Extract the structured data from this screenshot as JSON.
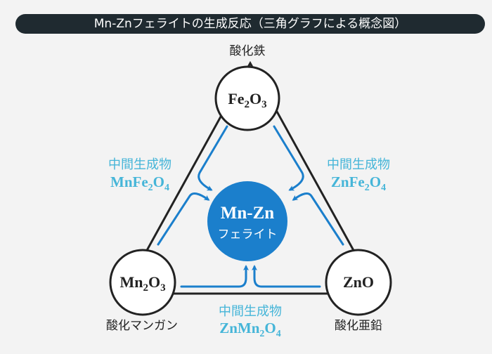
{
  "title": "Mn-Znフェライトの生成反応（三角グラフによる概念図）",
  "nodes": {
    "top": {
      "formula": "Fe",
      "sub1": "2",
      "formula2": "O",
      "sub2": "3",
      "label": "酸化鉄"
    },
    "left": {
      "formula": "Mn",
      "sub1": "2",
      "formula2": "O",
      "sub2": "3",
      "label": "酸化マンガン"
    },
    "right": {
      "formula": "ZnO",
      "label": "酸化亜鉛"
    },
    "center": {
      "line1": "Mn-Zn",
      "line2": "フェライト"
    }
  },
  "intermediates": {
    "left": {
      "caption": "中間生成物",
      "f1": "MnFe",
      "s1": "2",
      "f2": "O",
      "s2": "4"
    },
    "right": {
      "caption": "中間生成物",
      "f1": "ZnFe",
      "s1": "2",
      "f2": "O",
      "s2": "4"
    },
    "bottom": {
      "caption": "中間生成物",
      "f1": "ZnMn",
      "s1": "2",
      "f2": "O",
      "s2": "4"
    }
  },
  "colors": {
    "accent": "#1b7fcc",
    "intermediate": "#45b5d8",
    "title_bg": "#1f2a30"
  }
}
